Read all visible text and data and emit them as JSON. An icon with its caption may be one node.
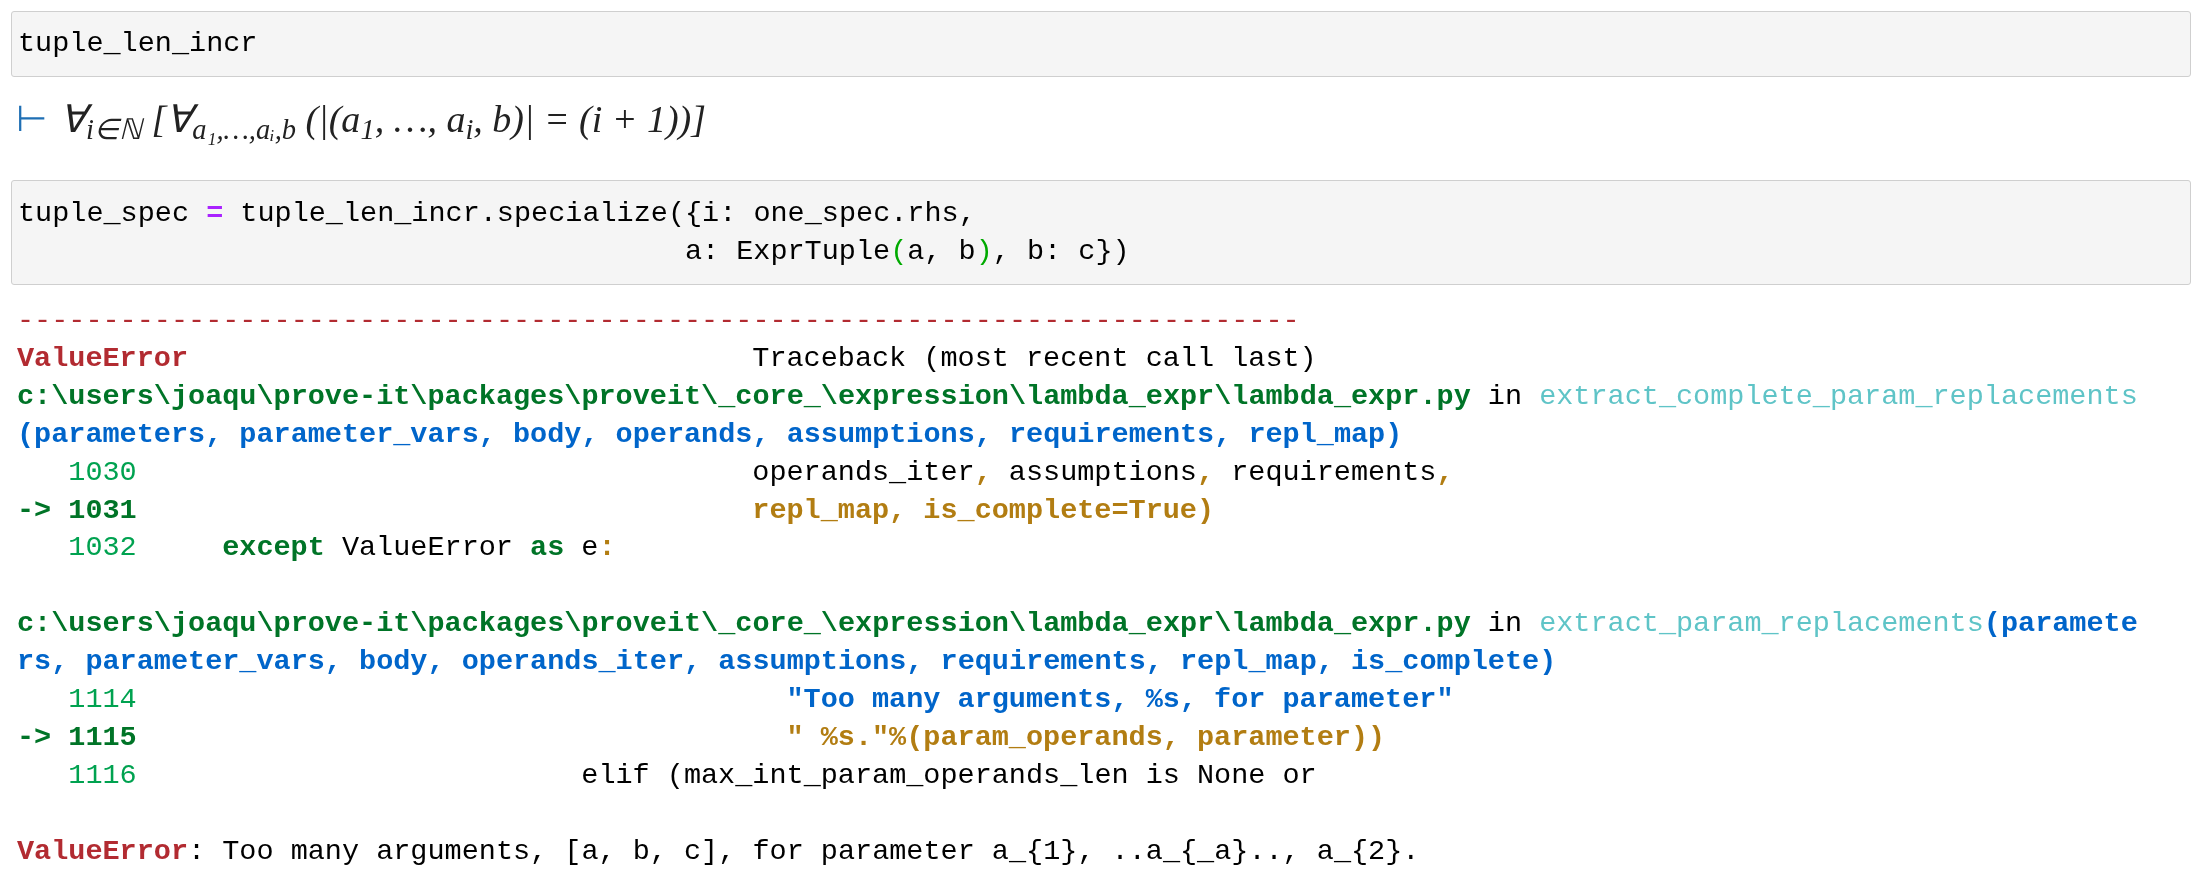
{
  "diagram": {
    "nodes": [
      {
        "text": [
          "tuple_len_incr"
        ]
      },
      {
        "text": [
          "tuple_spec",
          "=",
          "tuple_len_incr.specialize({i: one_spec.rhs,",
          "a: ExprTuple",
          "(",
          "a, b",
          ")",
          ", b: c})"
        ]
      }
    ],
    "labels": [
      "⊢",
      "∀$_{i∈ℕ}$ [∀$_{a₁,…,aᵢ,b}$ (|(a$_{1}$, …, a$_{i}$, b)| = (i + 1))]",
      "---------------------------------------------------------------------------",
      "ValueError",
      "Traceback (most recent call last)",
      "c:\\users\\joaqu\\prove-it\\packages\\proveit\\_core_\\expression\\lambda_expr\\lambda_expr.py",
      "in",
      "extract_complete_param_replacements",
      "(parameters, parameter_vars, body, operands, assumptions, requirements, repl_map)",
      "1030",
      "operands_iter",
      ",",
      "assumptions",
      ",",
      "requirements",
      ",",
      "->",
      "1031",
      "repl_map, is_complete=True)",
      "1032",
      "except",
      "ValueError",
      "as",
      "e",
      ":",
      "c:\\users\\joaqu\\prove-it\\packages\\proveit\\_core_\\expression\\lambda_expr\\lambda_expr.py",
      "in",
      "extract_param_replacements",
      "(paramete",
      "rs, parameter_vars, body, operands_iter, assumptions, requirements, repl_map, is_complete)",
      "1114",
      "\"Too many arguments, %s, for parameter\"",
      "->",
      "1115",
      "\" %s.\"%(param_operands, parameter))",
      "1116",
      "elif (max_int_param_operands_len is None or",
      "ValueError",
      ": Too many arguments, [a, b, c], for parameter a_{1}, ..a_{_a}.., a_{2}."
    ]
  }
}
